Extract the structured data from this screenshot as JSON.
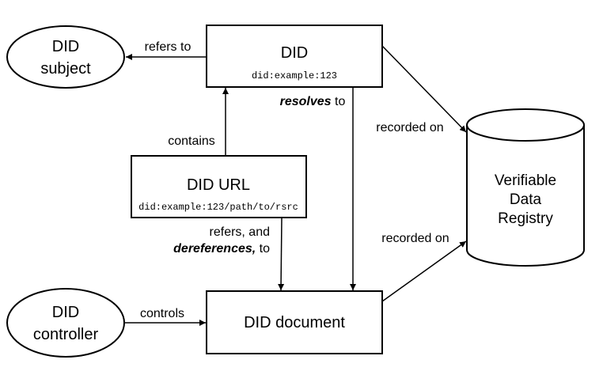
{
  "nodes": {
    "did_subject": {
      "line1": "DID",
      "line2": "subject"
    },
    "did": {
      "title": "DID",
      "code": "did:example:123"
    },
    "did_url": {
      "title": "DID URL",
      "code": "did:example:123/path/to/rsrc"
    },
    "registry": {
      "line1": "Verifiable",
      "line2": "Data",
      "line3": "Registry"
    },
    "did_controller": {
      "line1": "DID",
      "line2": "controller"
    },
    "did_document": {
      "title": "DID document"
    }
  },
  "edges": {
    "refers_to": "refers to",
    "resolves_emph": "resolves",
    "resolves_rest": " to",
    "recorded_on_did": "recorded on",
    "contains": "contains",
    "refers_and": "refers, and",
    "dereferences_emph": "dereferences,",
    "dereferences_rest": " to",
    "recorded_on_doc": "recorded on",
    "controls": "controls"
  }
}
